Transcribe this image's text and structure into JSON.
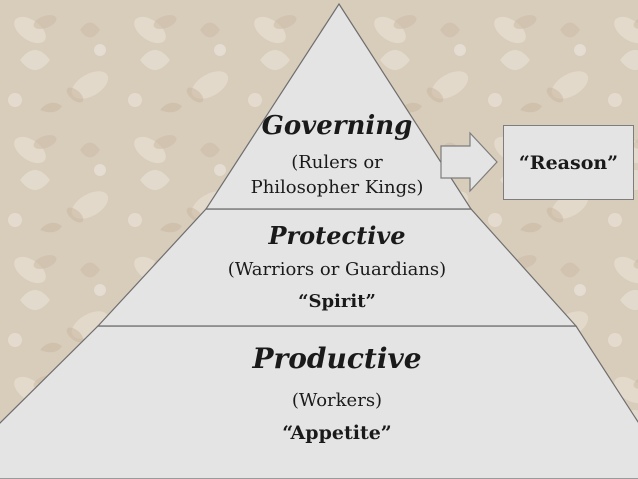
{
  "tiers": {
    "governing": {
      "title": "Governing",
      "subtitle_line1": "(Rulers or",
      "subtitle_line2": "Philosopher Kings)",
      "quote": "“Reason”"
    },
    "protective": {
      "title": "Protective",
      "subtitle": "(Warriors or Guardians)",
      "quote": "“Spirit”"
    },
    "productive": {
      "title": "Productive",
      "subtitle": "(Workers)",
      "quote": "“Appetite”"
    }
  },
  "colors": {
    "background": "#d9cdbd",
    "pyramid_fill": "#e4e4e4",
    "outline": "#6e6e6e"
  }
}
